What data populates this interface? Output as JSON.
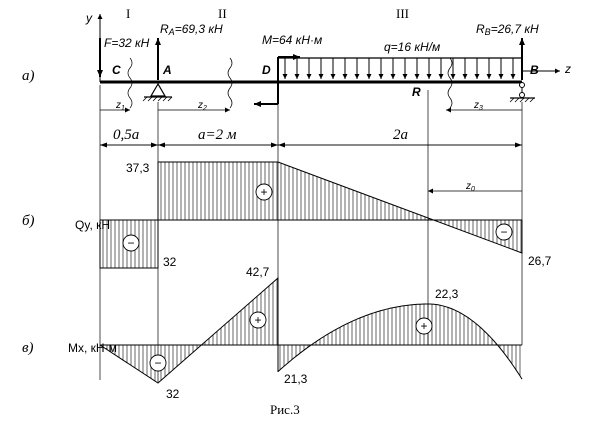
{
  "caption": "Рис.3",
  "rows": {
    "a": "а)",
    "b": "б)",
    "v": "в)"
  },
  "sections": [
    "I",
    "II",
    "III"
  ],
  "axes": {
    "y": "y",
    "z": "z"
  },
  "points": {
    "C": "C",
    "A": "A",
    "D": "D",
    "R": "R",
    "B": "B"
  },
  "loads": {
    "F": "F=32 кН",
    "RA_prefix": "R",
    "RA_sub": "A",
    "RA_val": "=69,3 кН",
    "M": "M=64 кН·м",
    "q": "q=16 кН/м",
    "RB_prefix": "R",
    "RB_sub": "B",
    "RB_val": "=26,7 кН"
  },
  "coords": {
    "z1": "z",
    "z1s": "1",
    "z2": "z",
    "z2s": "2",
    "z3": "z",
    "z3s": "3",
    "z0": "z",
    "z0s": "0"
  },
  "dims": {
    "d1": "0,5a",
    "d2": "a=2 м",
    "d3": "2a"
  },
  "shear": {
    "label": "Qy, кН",
    "v_A": "37,3",
    "v_C": "32",
    "v_B": "26,7",
    "sign_minus": "−",
    "sign_plus": "+",
    "sign_minus2": "−"
  },
  "moment": {
    "label": "Mx, кН·м",
    "v_A": "32",
    "v_D_left": "42,7",
    "v_D_right": "21,3",
    "v_R": "22,3",
    "sign_minus": "−",
    "sign_plus": "+",
    "sign_plus2": "+"
  }
}
